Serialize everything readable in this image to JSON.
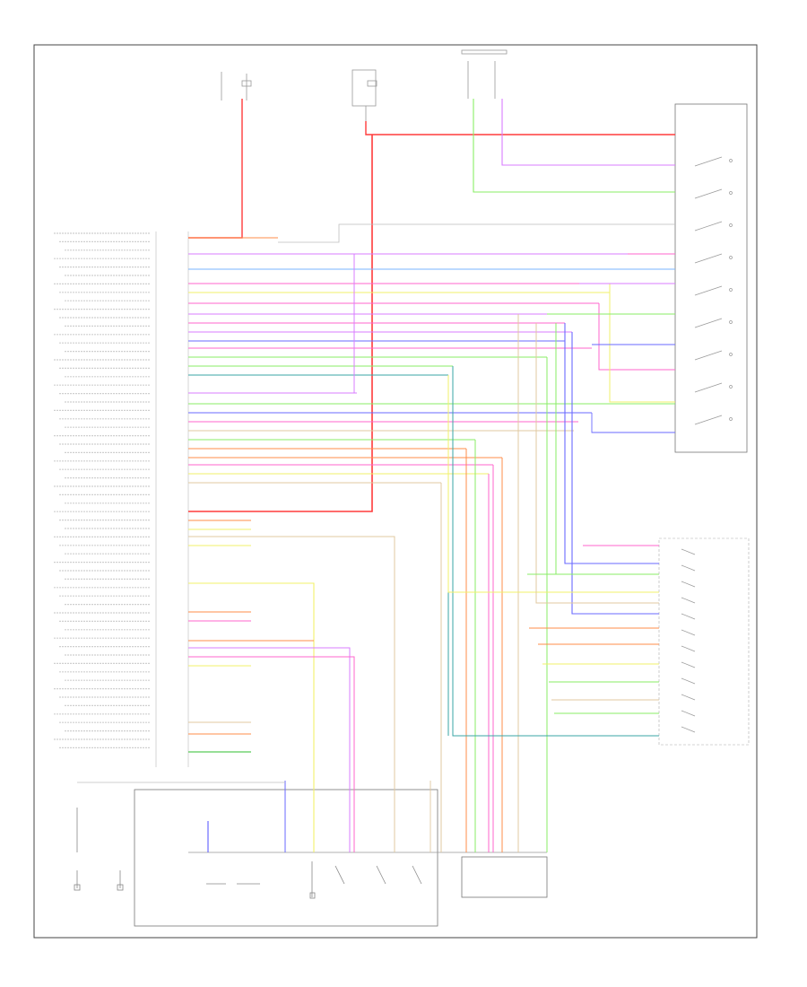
{
  "diagram_ref": "",
  "colors": {
    "red": "#ff3b3b",
    "orange": "#ff8c4a",
    "pink": "#ff66cc",
    "violet": "#d97cff",
    "blue": "#6a6aff",
    "lightblue": "#7ab4ff",
    "green": "#88ee66",
    "darkgreen": "#2fbf2f",
    "yellow": "#f2f06a",
    "tan": "#e0c9a0",
    "teal": "#3aa6a6",
    "gray": "#bfbfbf",
    "border": "#555555"
  },
  "left_pin_labels_count": 62,
  "right_switch_count": 9,
  "memory_switch_count": 12
}
